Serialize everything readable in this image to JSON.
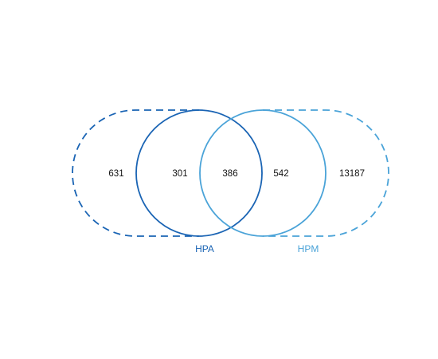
{
  "colors": {
    "set_a": "#1a64b4",
    "set_b": "#4aa3d8",
    "count_text": "#111111",
    "background": "#ffffff"
  },
  "sets": [
    {
      "label": "HPA",
      "color": "#1a64b4"
    },
    {
      "label": "HPM",
      "color": "#4aa3d8"
    }
  ],
  "regions": {
    "extended_a_only": "631",
    "a_only": "301",
    "intersection": "386",
    "b_only": "542",
    "extended_b_only": "13187"
  }
}
